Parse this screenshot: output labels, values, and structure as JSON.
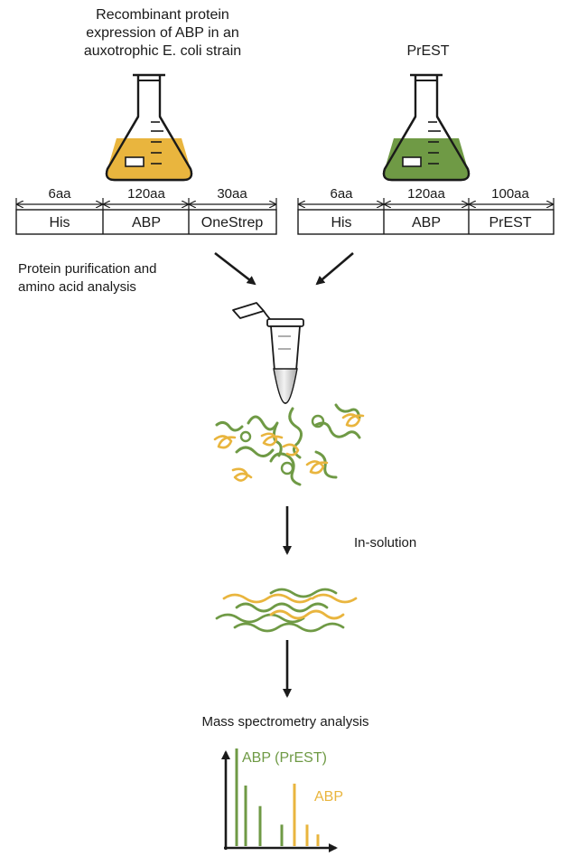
{
  "colors": {
    "abp_yellow": "#e9b53e",
    "prest_green": "#6f9a45",
    "line": "#1a1a1a"
  },
  "left_construct": {
    "title_lines": [
      "Recombinant protein",
      "expression of ABP in an",
      "auxotrophic E. coli strain"
    ],
    "segments": [
      {
        "label": "His",
        "length": "6aa"
      },
      {
        "label": "ABP",
        "length": "120aa"
      },
      {
        "label": "OneStrep",
        "length": "30aa"
      }
    ]
  },
  "right_construct": {
    "title": "PrEST",
    "segments": [
      {
        "label": "His",
        "length": "6aa"
      },
      {
        "label": "ABP",
        "length": "120aa"
      },
      {
        "label": "PrEST",
        "length": "100aa"
      }
    ]
  },
  "steps": {
    "purification_lines": [
      "Protein purification and",
      "amino acid analysis"
    ],
    "digestion": "In-solution",
    "ms": "Mass spectrometry analysis"
  },
  "spectrum": {
    "legend_green": "ABP (PrEST)",
    "legend_yellow": "ABP",
    "green_peaks": [
      1.0,
      0.62,
      0.41,
      0.22
    ],
    "yellow_peaks": [
      0.64,
      0.22,
      0.12
    ]
  }
}
